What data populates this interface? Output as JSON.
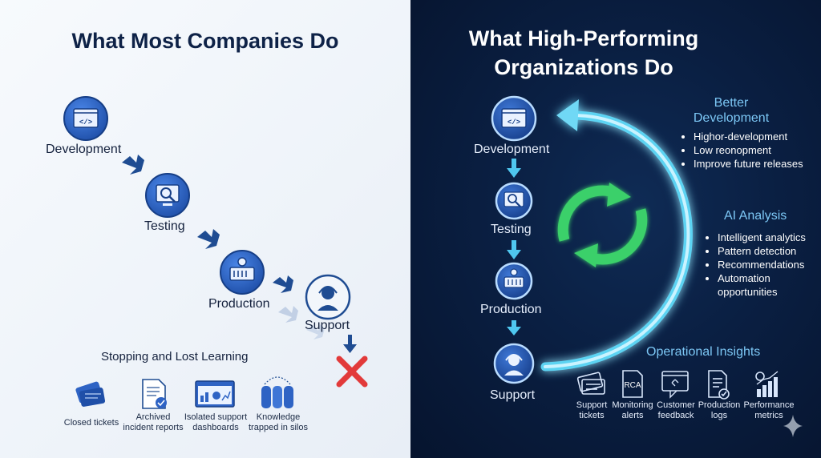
{
  "left": {
    "title": "What Most Companies Do",
    "stages": [
      "Development",
      "Testing",
      "Production",
      "Support"
    ],
    "lost_title": "Stopping and Lost Learning",
    "artifacts": [
      {
        "line1": "Closed tickets",
        "line2": ""
      },
      {
        "line1": "Archived",
        "line2": "incident reports"
      },
      {
        "line1": "Isolated support",
        "line2": "dashboards"
      },
      {
        "line1": "Knowledge",
        "line2": "trapped in silos"
      }
    ]
  },
  "right": {
    "title_line1": "What High-Performing",
    "title_line2": "Organizations Do",
    "stages": [
      "Development",
      "Testing",
      "Production",
      "Support"
    ],
    "better_dev": {
      "line1": "Better",
      "line2": "Development",
      "bullets": [
        "Highor-development",
        "Low reonopment",
        "Improve future releases"
      ]
    },
    "ai_analysis": {
      "title": "AI Analysis",
      "bullets": [
        "Intelligent analytics",
        "Pattern detection",
        "Recommendations",
        "Automation",
        "opportunities"
      ]
    },
    "insights": {
      "title": "Operational Insights",
      "items": [
        {
          "line1": "Support",
          "line2": "tickets"
        },
        {
          "line1": "Monitoring",
          "line2": "alerts"
        },
        {
          "line1": "Customer",
          "line2": "feedback"
        },
        {
          "line1": "Production",
          "line2": "logs"
        },
        {
          "line1": "Performance",
          "line2": "metrics"
        }
      ],
      "rca_label": "RCA"
    }
  },
  "colors": {
    "left_bg": "#eef3f9",
    "right_bg": "#0a1f42",
    "icon_blue": "#2e63c4",
    "flow_arrow": "#1f4c92",
    "cyan_arrow": "#5cd3f2",
    "green_cycle": "#3bd06a",
    "fail_red": "#e23a3a"
  },
  "icons": [
    "code-window-icon",
    "magnifier-monitor-icon",
    "server-gear-icon",
    "headset-agent-icon",
    "red-x-icon",
    "tickets-icon",
    "document-icon",
    "dashboard-icon",
    "database-icon",
    "rca-icon",
    "feedback-icon",
    "logs-icon",
    "metrics-icon",
    "sparkle-icon"
  ]
}
